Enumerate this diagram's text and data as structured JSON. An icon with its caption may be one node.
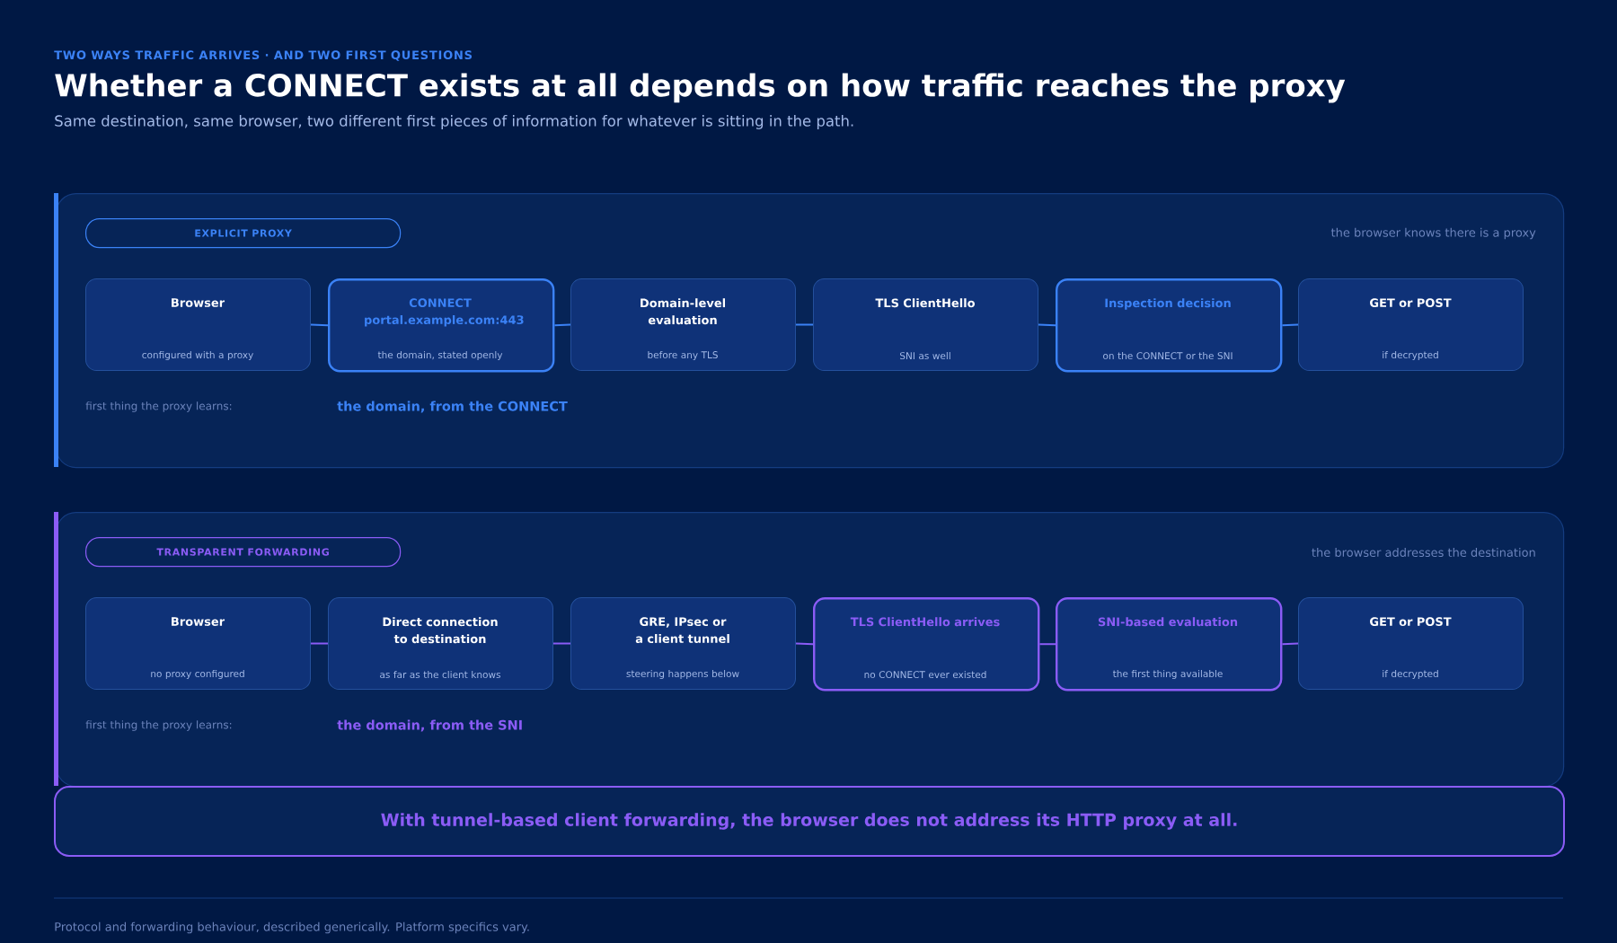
{
  "diagram": {
    "title": "Whether a CONNECT exists at all depends on how traffic reaches the proxy",
    "nodes": [
      {
        "text": [
          "the browser knows there is a proxy",
          "first thing the proxy learns:",
          "the domain, from the CONNECT"
        ]
      },
      {
        "text": [
          "EXPLICIT PROXY"
        ],
        "in": 0
      },
      {
        "text": [
          "Browser",
          "configured with a proxy"
        ],
        "in": 0
      },
      {
        "text": [
          "CONNECT portal.example.com:443",
          "the domain, stated openly"
        ],
        "in": 0
      },
      {
        "text": [
          "Domain-level evaluation",
          "before any TLS"
        ],
        "in": 0
      },
      {
        "text": [
          "TLS ClientHello",
          "SNI as well"
        ],
        "in": 0
      },
      {
        "text": [
          "Inspection decision",
          "on the CONNECT or the SNI"
        ],
        "in": 0
      },
      {
        "text": [
          "GET or POST",
          "if decrypted"
        ],
        "in": 0
      },
      {
        "text": [
          "the browser addresses the destination",
          "first thing the proxy learns:",
          "the domain, from the SNI"
        ]
      },
      {
        "text": [
          "TRANSPARENT FORWARDING"
        ],
        "in": 8
      },
      {
        "text": [
          "Browser",
          "no proxy configured"
        ],
        "in": 8
      },
      {
        "text": [
          "Direct connection to destination",
          "as far as the client knows"
        ],
        "in": 8
      },
      {
        "text": [
          "GRE, IPsec or a client tunnel",
          "steering happens below"
        ],
        "in": 8
      },
      {
        "text": [
          "TLS ClientHello arrives",
          "no CONNECT ever existed"
        ],
        "in": 8
      },
      {
        "text": [
          "SNI-based evaluation",
          "the first thing available"
        ],
        "in": 8
      },
      {
        "text": [
          "GET or POST",
          "if decrypted"
        ],
        "in": 8
      },
      {
        "text": [
          "With tunnel-based client forwarding, the browser does not address its HTTP proxy at all."
        ]
      }
    ],
    "edges": [
      {
        "from": 2,
        "to": 3,
        "arrow": "none",
        "color": "#3b82f6"
      },
      {
        "from": 3,
        "to": 4,
        "arrow": "none",
        "color": "#3b82f6"
      },
      {
        "from": 4,
        "to": 5,
        "arrow": "none",
        "color": "#3b82f6"
      },
      {
        "from": 5,
        "to": 6,
        "arrow": "none",
        "color": "#3b82f6"
      },
      {
        "from": 6,
        "to": 7,
        "arrow": "none",
        "color": "#3b82f6"
      },
      {
        "from": 10,
        "to": 11,
        "arrow": "none",
        "color": "#8b5cf6"
      },
      {
        "from": 11,
        "to": 12,
        "arrow": "none",
        "color": "#8b5cf6"
      },
      {
        "from": 12,
        "to": 13,
        "arrow": "none",
        "color": "#8b5cf6"
      },
      {
        "from": 13,
        "to": 14,
        "arrow": "none",
        "color": "#8b5cf6"
      },
      {
        "from": 14,
        "to": 15,
        "arrow": "none",
        "color": "#8b5cf6"
      }
    ],
    "labels": [
      "TWO WAYS TRAFFIC ARRIVES · AND TWO FIRST QUESTIONS",
      "Same destination, same browser, two different first pieces of information for whatever is sitting in the path.",
      "Protocol and forwarding behaviour, described generically. Platform specifics vary."
    ]
  }
}
